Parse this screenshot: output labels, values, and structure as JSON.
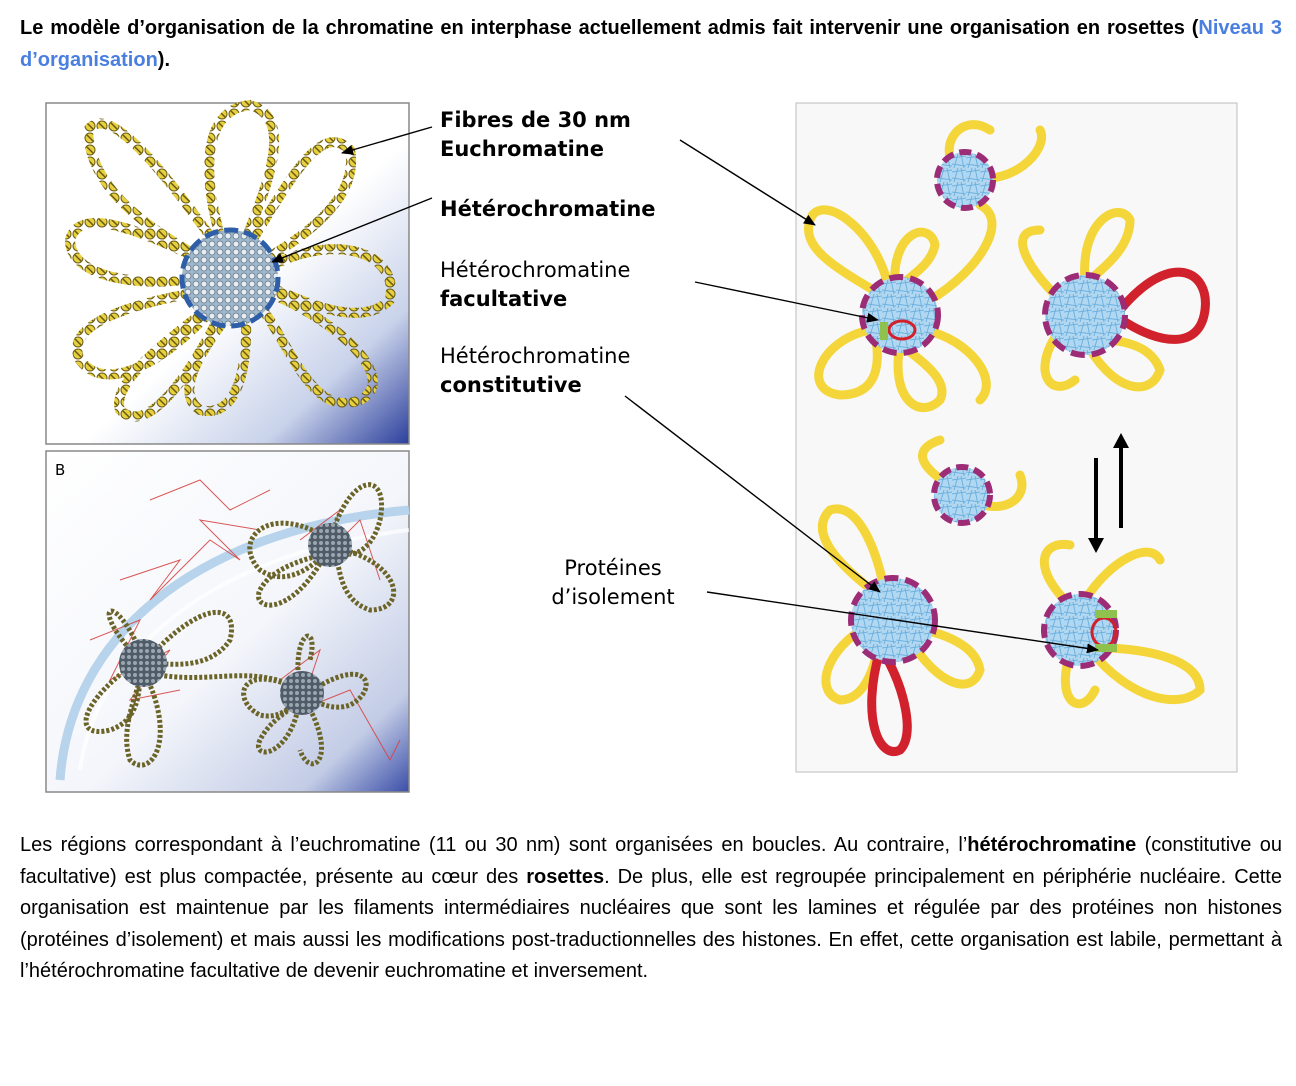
{
  "intro": {
    "part1": "Le modèle d’organisation de la chromatine en interphase actuellement admis fait intervenir une organisation en rosettes",
    "paren_open": " (",
    "highlight": "Niveau 3 d’organisation",
    "paren_close": ")."
  },
  "figure": {
    "panel_b_label": "B",
    "labels": {
      "fibres_line1": "Fibres de 30 nm",
      "fibres_line2": "Euchromatine",
      "heterochromatine": "Hétérochromatine",
      "facultative_line1": "Hétérochromatine",
      "facultative_line2": "facultative",
      "constitutive_line1": "Hétérochromatine",
      "constitutive_line2": "constitutive",
      "proteines_line1": "Protéines",
      "proteines_line2": "d’isolement"
    },
    "colors": {
      "euchromatin_fiber": "#f4d63a",
      "heterochromatin_core": "#a9d2ee",
      "insulator_boundary": "#9c2c76",
      "facultative_loop": "#d0212c",
      "insulator_protein": "#8fc14e",
      "lamina": "#b8d3ec"
    }
  },
  "body": {
    "t1": "Les régions correspondant à l’euchromatine (11 ou 30 nm) sont organisées en boucles. Au contraire, l’",
    "b1": "hétérochromatine",
    "t2": " (constitutive ou facultative) est plus compactée, présente au cœur des ",
    "b2": "rosettes",
    "t3": ". De plus, elle est regroupée principalement en périphérie nucléaire. Cette organisation est maintenue par les filaments intermédiaires nucléaires que sont les lamines et régulée par des protéines non histones (protéines d’isolement) et mais aussi les modifications post-traductionnelles des histones. En effet, cette organisation est labile, permettant à l’hétérochromatine facultative de devenir euchromatine et inversement."
  }
}
